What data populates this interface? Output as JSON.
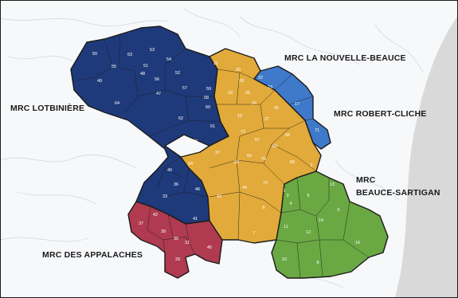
{
  "colors": {
    "lotbiniere": "#1f3a7a",
    "appalaches": "#b03a50",
    "nouvelle_beauce": "#e2aa3a",
    "robert_cliche": "#3f79c9",
    "beauce_sartigan": "#6aa843",
    "relief": "#d9d9d9",
    "border": "#1b1b1b"
  },
  "labels": {
    "lotbiniere": "MRC LOTBINIÈRE",
    "nouvelle_beauce": "MRC LA NOUVELLE-BEAUCE",
    "robert_cliche": "MRC ROBERT-CLICHE",
    "beauce_sartigan_line1": "MRC",
    "beauce_sartigan_line2": "BEAUCE-SARTIGAN",
    "appalaches": "MRC DES APPALACHES"
  },
  "sectors": {
    "lotbiniere": [
      "50",
      "63",
      "53",
      "51",
      "54",
      "55",
      "48",
      "52",
      "49",
      "56",
      "47",
      "64",
      "57",
      "59",
      "58",
      "60",
      "62",
      "61",
      "38",
      "37",
      "40",
      "34",
      "36",
      "46",
      "33",
      "41",
      "43"
    ],
    "appalaches": [
      "37",
      "42",
      "39",
      "30",
      "31",
      "45",
      "29"
    ],
    "nouvelle_beauce": [
      "21",
      "20",
      "28",
      "18",
      "26",
      "24",
      "25",
      "19",
      "27",
      "72",
      "67",
      "68",
      "69",
      "70",
      "65",
      "66",
      "73",
      "44",
      "32",
      "6",
      "7",
      "1",
      "2"
    ],
    "robert_cliche": [
      "22",
      "23",
      "17",
      "71"
    ],
    "beauce_sartigan": [
      "3",
      "4",
      "9",
      "13",
      "11",
      "14",
      "5",
      "12",
      "16",
      "10",
      "8"
    ]
  }
}
